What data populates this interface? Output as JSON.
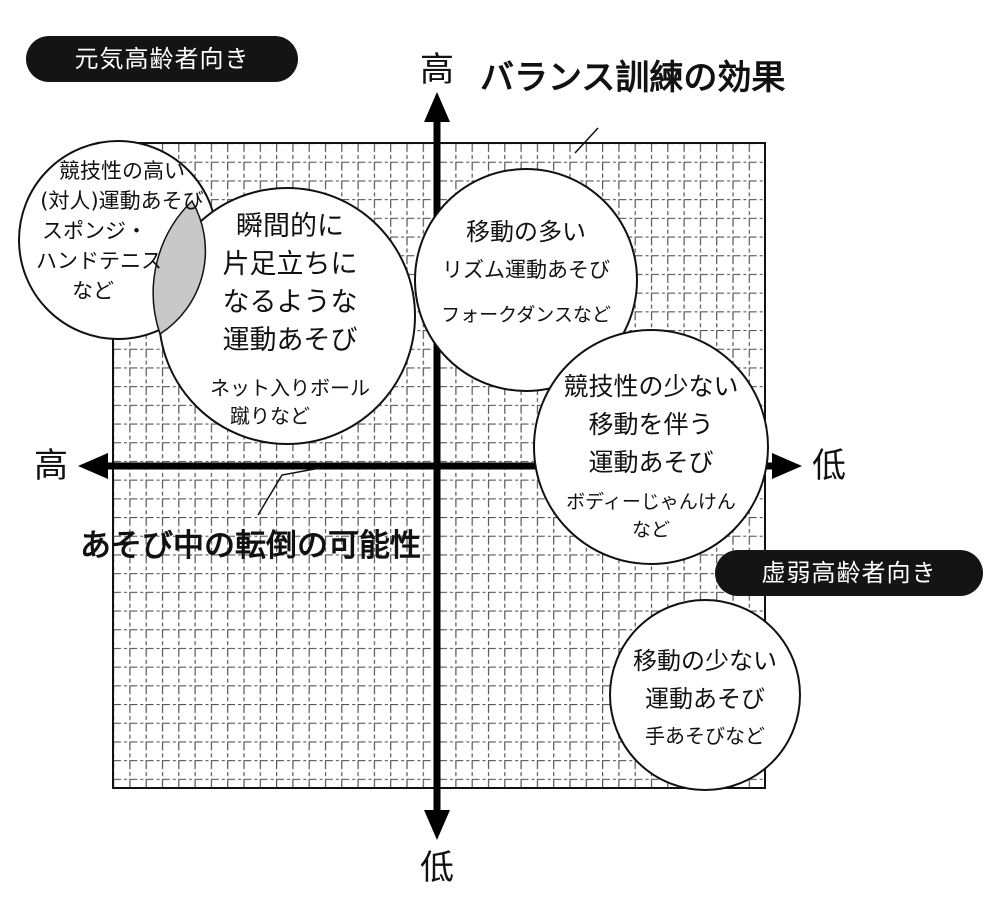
{
  "title": "バランス訓練の効果",
  "fall_label": "あそび中の転倒の可能性",
  "top_left_badge": "元気高齢者向き",
  "right_badge": "虚弱高齢者向き",
  "axis": {
    "y_high": "高",
    "y_low": "低",
    "x_high": "高",
    "x_low": "低"
  },
  "bubbles": {
    "competitive_pair": {
      "lines": [
        "競技性の高い",
        "(対人)運動あそび",
        "スポンジ・",
        "ハンドテニス",
        "など"
      ]
    },
    "one_leg": {
      "lines": [
        "瞬間的に",
        "片足立ちに",
        "なるような",
        "運動あそび"
      ],
      "example_lines": [
        "ネット入りボール",
        "蹴りなど"
      ]
    },
    "rhythm": {
      "lines": [
        "移動の多い",
        "リズム運動あそび"
      ],
      "example": "フォークダンスなど"
    },
    "low_competition": {
      "lines": [
        "競技性の少ない",
        "移動を伴う",
        "運動あそび"
      ],
      "example_lines": [
        "ボディーじゃんけん",
        "など"
      ]
    },
    "low_movement": {
      "lines": [
        "移動の少ない",
        "運動あそび"
      ],
      "example": "手あそびなど"
    }
  }
}
